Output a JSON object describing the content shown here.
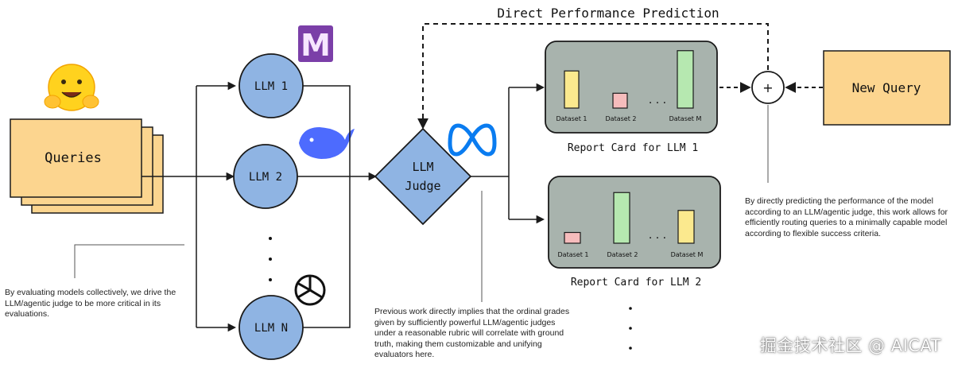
{
  "top_label": "Direct Performance Prediction",
  "queries_label": "Queries",
  "llms": [
    "LLM 1",
    "LLM 2",
    "LLM N"
  ],
  "llm_dots": ". . .",
  "judge_label_line1": "LLM",
  "judge_label_line2": "Judge",
  "plus_symbol": "+",
  "new_query_label": "New Query",
  "report_card_1": {
    "title": "Report Card for LLM 1",
    "datasets": [
      "Dataset 1",
      "Dataset 2",
      "Dataset M"
    ],
    "values": [
      0.55,
      0.22,
      0.85
    ],
    "colors": [
      "#fbe98e",
      "#f6bcbc",
      "#b6e8b0"
    ],
    "ellipsis": ". . ."
  },
  "report_card_2": {
    "title": "Report Card for LLM 2",
    "datasets": [
      "Dataset 1",
      "Dataset 2",
      "Dataset M"
    ],
    "values": [
      0.18,
      0.85,
      0.55
    ],
    "colors": [
      "#f6bcbc",
      "#b6e8b0",
      "#fbe98e"
    ],
    "ellipsis": ". . ."
  },
  "annotations": {
    "left": "By evaluating models collectively, we drive the LLM/agentic judge to be more critical in its evaluations.",
    "middle": "Previous work directly implies that the ordinal grades given by sufficiently powerful LLM/agentic judges under a reasonable rubric will correlate with ground truth, making them customizable and unifying evaluators here.",
    "right": "By directly predicting the performance of the model according to an LLM/agentic judge, this work allows for efficiently routing queries to a minimally capable model according to flexible success criteria."
  },
  "logo_m": "M",
  "watermark": "掘金技术社区 @ AICAT",
  "colors": {
    "llm_fill": "#8fb4e3",
    "judge_fill": "#8fb4e3",
    "query_fill": "#fcd58f",
    "card_fill": "#a8b3ad",
    "stroke": "#1a1a1a",
    "meta_blue": "#0a7cf0",
    "deepseek_blue": "#4d6bfe",
    "mistral_purple": "#7b3fa8"
  }
}
